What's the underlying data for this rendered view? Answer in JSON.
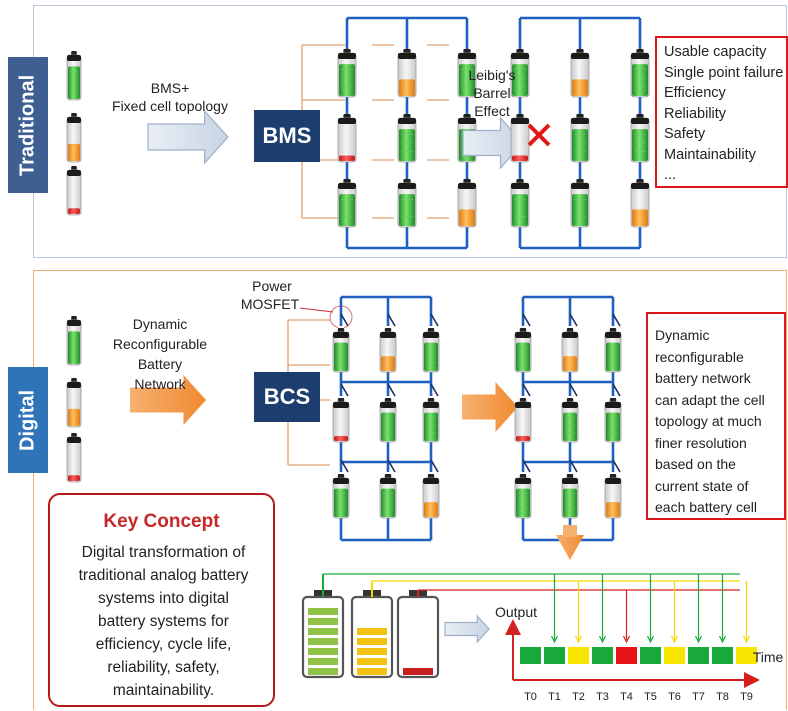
{
  "traditional": {
    "side_label": "Traditional",
    "arrow_label": [
      "BMS+",
      "Fixed cell topology"
    ],
    "controller": "BMS",
    "effect_label": [
      "Leibig's",
      "Barrel",
      "Effect"
    ],
    "issues": [
      "Usable capacity",
      "Single point failure",
      "Efficiency",
      "Reliability",
      "Safety",
      "Maintainability",
      "..."
    ]
  },
  "digital": {
    "side_label": "Digital",
    "mosfet_label": [
      "Power",
      "MOSFET"
    ],
    "arrow_label": [
      "Dynamic",
      "Reconfigurable",
      "Battery",
      "Network"
    ],
    "controller": "BCS",
    "description": [
      "Dynamic",
      "reconfigurable",
      "battery network",
      "can adapt the cell",
      "topology at much",
      "finer resolution",
      "based on the",
      "current state of",
      "each battery cell"
    ]
  },
  "key_concept": {
    "title": "Key Concept",
    "body": [
      "Digital transformation of",
      "traditional analog battery",
      "systems into digital",
      "battery systems for",
      "efficiency, cycle life,",
      "reliability, safety,",
      "maintainability."
    ]
  },
  "timeline": {
    "output_label": "Output",
    "time_label": "Time",
    "slots": [
      "T0",
      "T1",
      "T2",
      "T3",
      "T4",
      "T5",
      "T6",
      "T7",
      "T8",
      "T9"
    ],
    "slot_colors": [
      "#19a83a",
      "#19a83a",
      "#f6e600",
      "#19a83a",
      "#e8141a",
      "#19a83a",
      "#f6e600",
      "#19a83a",
      "#19a83a",
      "#f6e600"
    ]
  },
  "colors": {
    "full": "#2ea83a",
    "half": "#f4a030",
    "low": "#e23030",
    "wire": "#1f5fc0",
    "brown": "#e0a070"
  }
}
